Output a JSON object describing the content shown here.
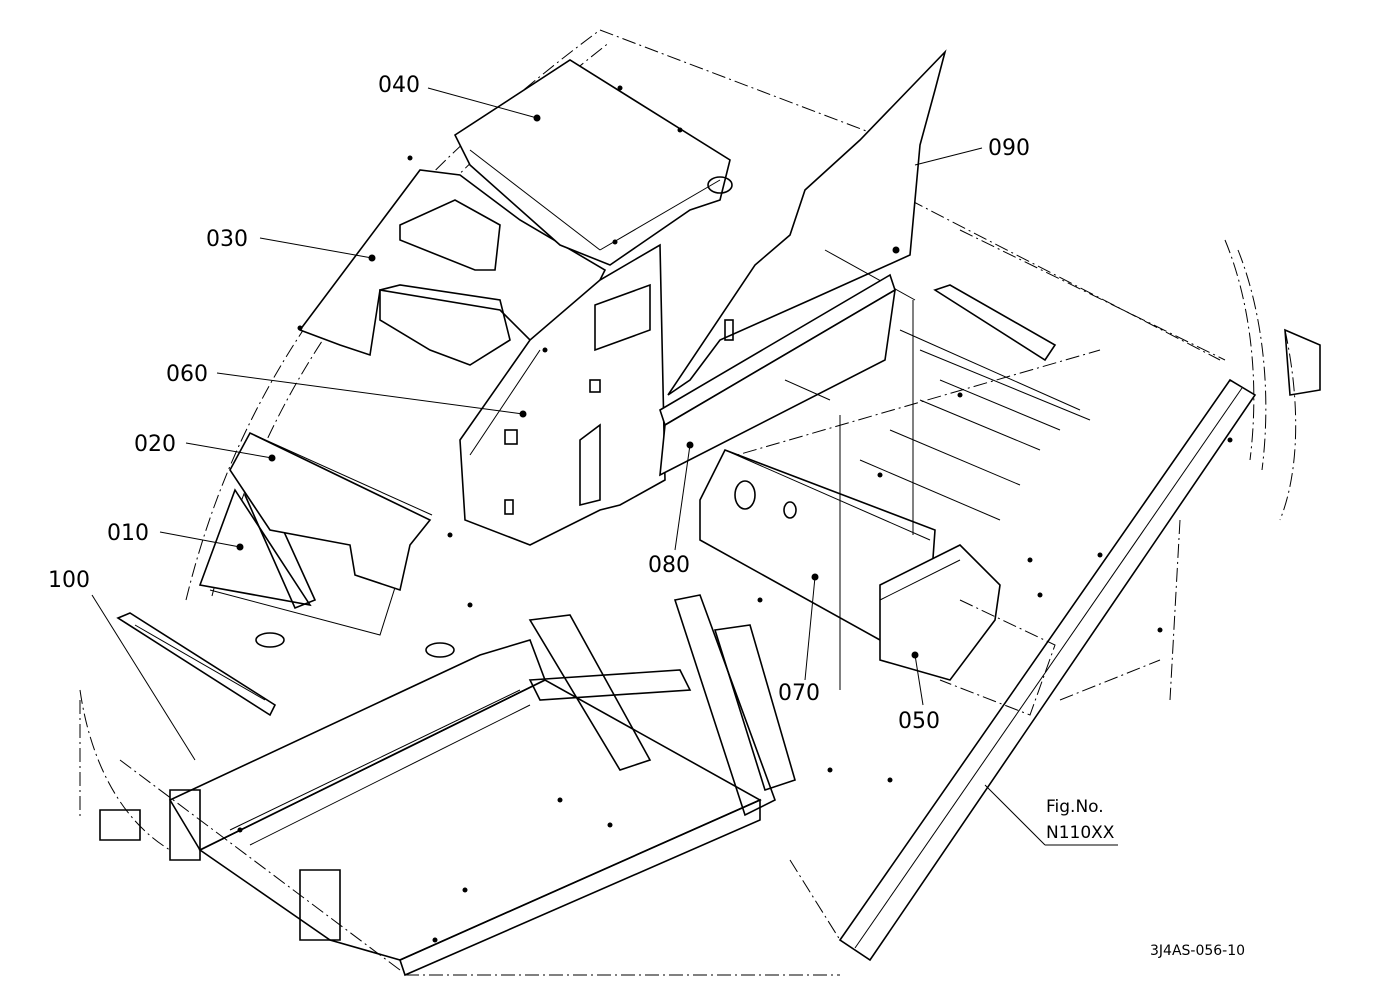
{
  "parts": [
    {
      "id": "p010",
      "label": "010"
    },
    {
      "id": "p020",
      "label": "020"
    },
    {
      "id": "p030",
      "label": "030"
    },
    {
      "id": "p040",
      "label": "040"
    },
    {
      "id": "p050",
      "label": "050"
    },
    {
      "id": "p060",
      "label": "060"
    },
    {
      "id": "p070",
      "label": "070"
    },
    {
      "id": "p080",
      "label": "080"
    },
    {
      "id": "p090",
      "label": "090"
    },
    {
      "id": "p100",
      "label": "100"
    }
  ],
  "figure": {
    "caption": "Fig.No.",
    "number": "N110XX"
  },
  "drawing_code": "3J4AS-056-10"
}
